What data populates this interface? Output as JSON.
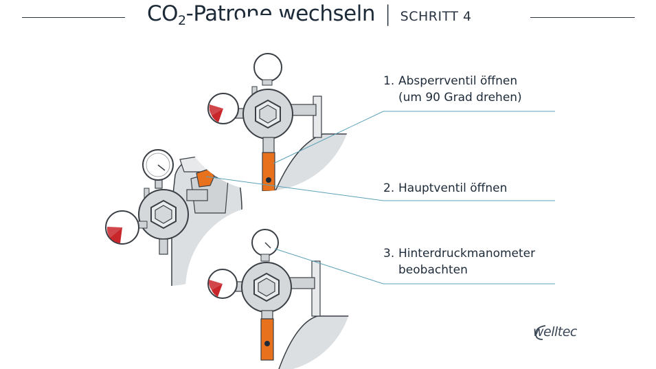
{
  "header": {
    "title_prefix": "CO",
    "title_subscript": "2",
    "title_rest": "-Patrone wechseln",
    "separator": "|",
    "step_label": "SCHRITT 4"
  },
  "steps": [
    {
      "number": "1.",
      "line1": "Absperrventil öffnen",
      "line2": "(um 90 Grad drehen)"
    },
    {
      "number": "2.",
      "line1": "Hauptventil öffnen",
      "line2": ""
    },
    {
      "number": "3.",
      "line1": "Hinterdruckmanometer",
      "line2": "beobachten"
    }
  ],
  "brand": {
    "logo_text": "welltec"
  },
  "colors": {
    "text": "#1d2a38",
    "callout_line": "#5aa0b8",
    "valve_orange": "#e8711e",
    "gauge_red": "#c8262a",
    "outline": "#3a3f45"
  }
}
